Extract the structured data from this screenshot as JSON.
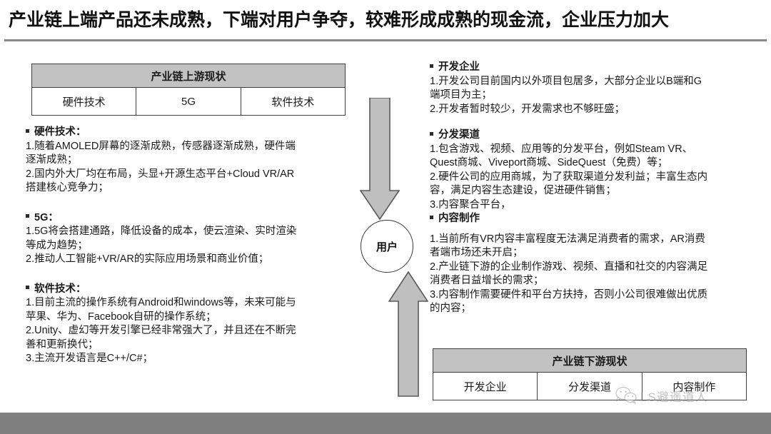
{
  "slide": {
    "title": "产业链上端产品还未成熟，下端对用户争夺，较难形成成熟的现金流，企业压力加大",
    "center_node": "用户",
    "colors": {
      "table_header_fill": "#c2c2c2",
      "table_border": "#404040",
      "arrow_fill": "#bfbfbf",
      "arrow_border": "#595959",
      "rule": "#8a8a8a",
      "bottom_bar": "#7f7f7f",
      "text": "#1a1a1a"
    }
  },
  "upstream_table": {
    "header": "产业链上游现状",
    "cells": [
      "硬件技术",
      "5G",
      "软件技术"
    ]
  },
  "downstream_table": {
    "header": "产业链下游现状",
    "cells": [
      "开发企业",
      "分发渠道",
      "内容制作"
    ]
  },
  "left_column": {
    "sections": [
      {
        "heading": "硬件技术：",
        "body": "1.随着AMOLED屏幕的逐渐成熟，传感器逐渐成熟，硬件端\n逐渐成熟；\n2.国内外大厂均在布局，头显+开源生态平台+Cloud VR/AR\n搭建核心竞争力；"
      },
      {
        "heading": "5G：",
        "body": "1.5G将会搭建通路，降低设备的成本，使云渲染、实时渲染\n等成为趋势；\n2.推动人工智能+VR/AR的实际应用场景和商业价值；"
      },
      {
        "heading": "软件技术：",
        "body": "1.目前主流的操作系统有Android和windows等，未来可能与\n苹果、华为、Facebook自研的操作系统；\n2.Unity、虚幻等开发引擎已经非常强大了，并且还在不断完\n善和更新换代；\n3.主流开发语言是C++/C#；"
      }
    ]
  },
  "right_column": {
    "sections": [
      {
        "heading": "开发企业",
        "body": "1.开发公司目前国内以外项目包居多，大部分企业以B端和G\n端项目为主；\n2.开发者暂时较少，开发需求也不够旺盛；"
      },
      {
        "heading": "分发渠道",
        "body": "1.包含游戏、视频、应用等的分发平台，例如Steam VR、\nQuest商城、Viveport商城、SideQuest（免费）等；\n2.硬件公司的应用商城，为了获取渠道分发利益；丰富生态内\n容，满足内容生态建设，促进硬件销售；\n3.内容聚合平台，"
      },
      {
        "heading": "内容制作",
        "body": "1.当前所有VR内容丰富程度无法满足消费者的需求，AR消费\n者端市场还未开启；\n2.产业链下游的企业制作游戏、视频、直播和社交的内容满足\n消费者日益增长的需求；\n3.内容制作需要硬件和平台方扶持，否则小公司很难做出优质\n的内容；"
      }
    ]
  },
  "watermark": {
    "text": "LS避遥道人",
    "icon": "wechat-icon"
  }
}
